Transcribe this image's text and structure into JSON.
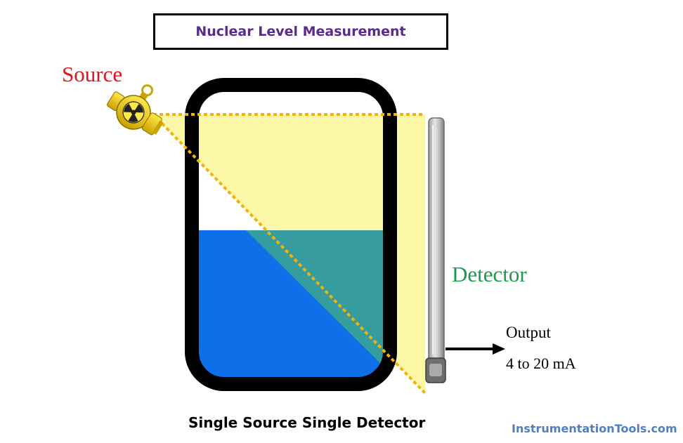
{
  "title": "Nuclear Level Measurement",
  "labels": {
    "source": "Source",
    "detector": "Detector",
    "output": "Output",
    "output_range": "4 to 20 mA"
  },
  "caption": "Single Source Single Detector",
  "watermark": "InstrumentationTools.com",
  "colors": {
    "radiation_beam": "#fbf7a6",
    "liquid": "#0f6fe8",
    "beam_through_liquid": "#369c9e",
    "beam_edge": "#f2b20c",
    "vessel_wall": "#000000",
    "title_text": "#5a2a8c",
    "source_label": "#e0141b",
    "detector_label": "#1a9a4a",
    "watermark": "#4f7fc0"
  },
  "icons": {
    "source": "radioactive-source-icon",
    "detector": "detector-tube-icon",
    "output": "arrow-right-icon"
  }
}
